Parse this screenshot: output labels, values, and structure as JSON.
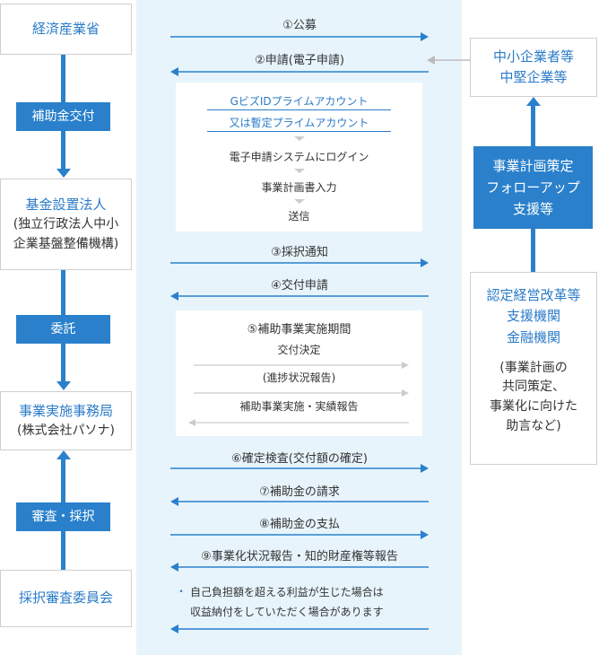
{
  "left": {
    "meti": "経済産業省",
    "fund_corp_line1": "基金設置法人",
    "fund_corp_line2": "(独立行政法人中小",
    "fund_corp_line3": "企業基盤整備機構)",
    "office_line1": "事業実施事務局",
    "office_line2": "(株式会社パソナ)",
    "committee": "採択審査委員会",
    "badge1": "補助金交付",
    "badge2": "委託",
    "badge3": "審査・採択"
  },
  "right": {
    "sme_line1": "中小企業者等",
    "sme_line2": "中堅企業等",
    "support_badge_line1": "事業計画策定",
    "support_badge_line2": "フォローアップ",
    "support_badge_line3": "支援等",
    "org_line1": "認定経営改革等",
    "org_line2": "支援機関",
    "org_line3": "金融機関",
    "org_note_line1": "(事業計画の",
    "org_note_line2": "共同策定、",
    "org_note_line3": "事業化に向けた",
    "org_note_line4": "助言など)"
  },
  "steps": {
    "s1": "①公募",
    "s2": "②申請(電子申請)",
    "s3": "③採択通知",
    "s4": "④交付申請",
    "s6": "⑥確定検査(交付額の確定)",
    "s7": "⑦補助金の請求",
    "s8": "⑧補助金の支払",
    "s9": "⑨事業化状況報告・知的財産権等報告"
  },
  "application_box": {
    "link1": "GビズIDプライムアカウント",
    "link2": "又は暫定プライムアカウント",
    "item1": "電子申請システムにログイン",
    "item2": "事業計画書入力",
    "item3": "送信"
  },
  "period_box": {
    "title": "⑤補助事業実施期間",
    "row1": "交付決定",
    "row2": "(進捗状況報告)",
    "row3": "補助事業実施・実績報告"
  },
  "note": {
    "bullet": "・",
    "line1": "自己負担額を超える利益が生じた場合は",
    "line2": "収益納付をしていただく場合があります"
  },
  "colors": {
    "accent": "#2a80cb",
    "text_blue": "#2a7bc8",
    "panel": "#e7f4fc"
  }
}
